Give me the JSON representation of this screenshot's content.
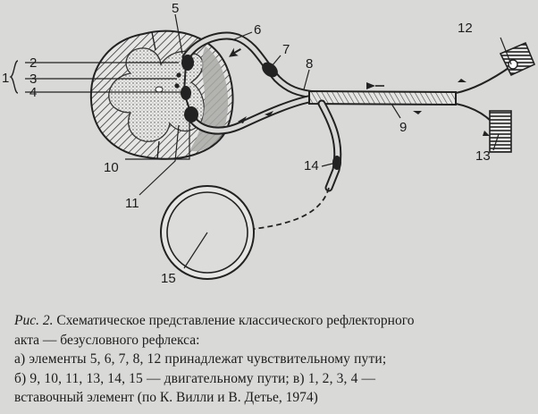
{
  "diagram": {
    "labels": {
      "n1": "1",
      "n2": "2",
      "n3": "3",
      "n4": "4",
      "n5": "5",
      "n6": "6",
      "n7": "7",
      "n8": "8",
      "n9": "9",
      "n10": "10",
      "n11": "11",
      "n12": "12",
      "n13": "13",
      "n14": "14",
      "n15": "15"
    }
  },
  "caption": {
    "prefix": "Рис. 2.",
    "line1": "Схематическое представление классического рефлекторного",
    "line2": "акта — безусловного рефлекса:",
    "line3": "а) элементы 5, 6, 7, 8, 12 принадлежат чувствительному пути;",
    "line4": "б) 9, 10, 11, 13, 14, 15 — двигательному пути; в) 1, 2, 3, 4 —",
    "line5": "вставочный элемент (по К. Вилли и В. Детье, 1974)"
  }
}
